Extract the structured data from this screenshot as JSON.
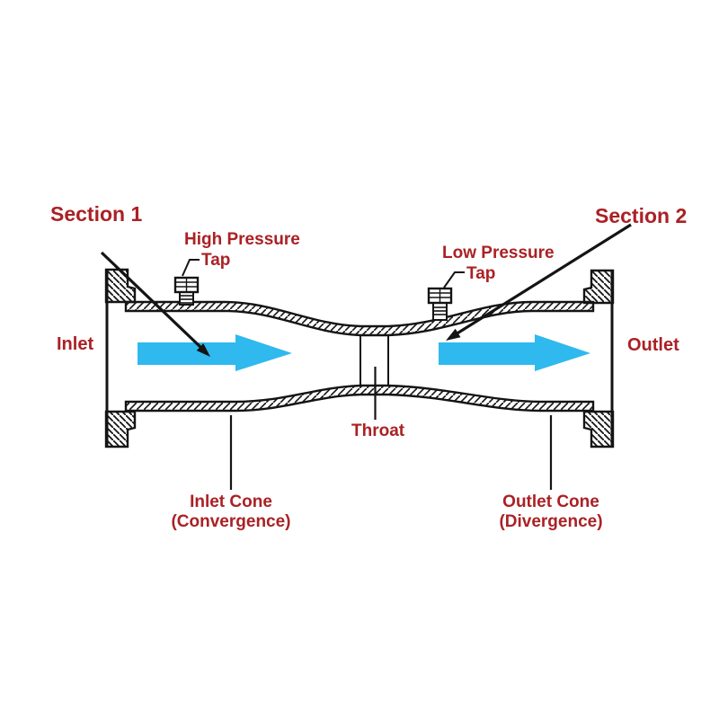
{
  "diagram": {
    "labels": {
      "section1": "Section 1",
      "section2": "Section 2",
      "high_pressure_line1": "High Pressure",
      "high_pressure_line2": "Tap",
      "low_pressure_line1": "Low Pressure",
      "low_pressure_line2": "Tap",
      "inlet": "Inlet",
      "outlet": "Outlet",
      "throat": "Throat",
      "inlet_cone_line1": "Inlet Cone",
      "inlet_cone_line2": "(Convergence)",
      "outlet_cone_line1": "Outlet Cone",
      "outlet_cone_line2": "(Divergence)"
    },
    "colors": {
      "label_red": "#AA2125",
      "flow_blue": "#2FB9EE",
      "line_black": "#141414",
      "background": "#FFFFFF"
    }
  }
}
